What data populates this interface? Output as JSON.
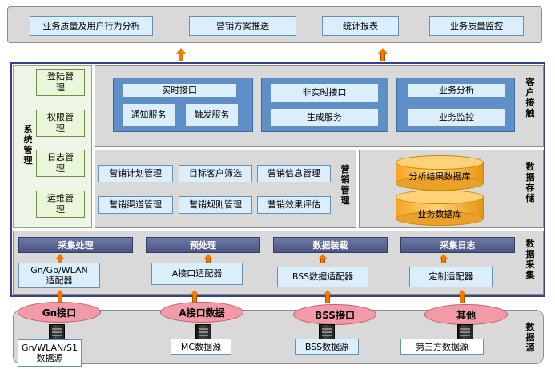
{
  "top": {
    "items": [
      "业务质量及用户行为分析",
      "营销方案推送",
      "统计报表",
      "业务质量监控"
    ]
  },
  "system_mgmt": {
    "label": "系统管理",
    "items": [
      "登陆管理",
      "权限管理",
      "日志管理",
      "运维管理"
    ]
  },
  "customer_contact": {
    "label": "客户接触",
    "realtime": {
      "title": "实时接口",
      "subs": [
        "通知服务",
        "触发服务"
      ]
    },
    "nonrealtime": {
      "title": "非实时接口",
      "sub": "生成服务"
    },
    "business": {
      "items": [
        "业务分析",
        "业务监控"
      ]
    }
  },
  "marketing_mgmt": {
    "label": "营销管理",
    "items": [
      "营销计划管理",
      "目标客户筛选",
      "营销信息管理",
      "营销渠道管理",
      "营销规则管理",
      "营销效果评估"
    ]
  },
  "data_storage": {
    "label": "数据存储",
    "dbs": [
      "分析结果数据库",
      "业务数据库"
    ]
  },
  "data_collection": {
    "label": "数据采集",
    "bars": [
      "采集处理",
      "预处理",
      "数据装载",
      "采集日志"
    ],
    "adapters": [
      "Gn/Gb/WLAN适配器",
      "A接口适配器",
      "BSS数据适配器",
      "定制适配器"
    ]
  },
  "data_source": {
    "label": "数据源",
    "interfaces": [
      "Gn接口",
      "A接口数据",
      "BSS接口",
      "其他"
    ],
    "sources": [
      "Gn/WLAN/S1数据源",
      "MC数据源",
      "BSS数据源",
      "第三方数据源"
    ]
  }
}
